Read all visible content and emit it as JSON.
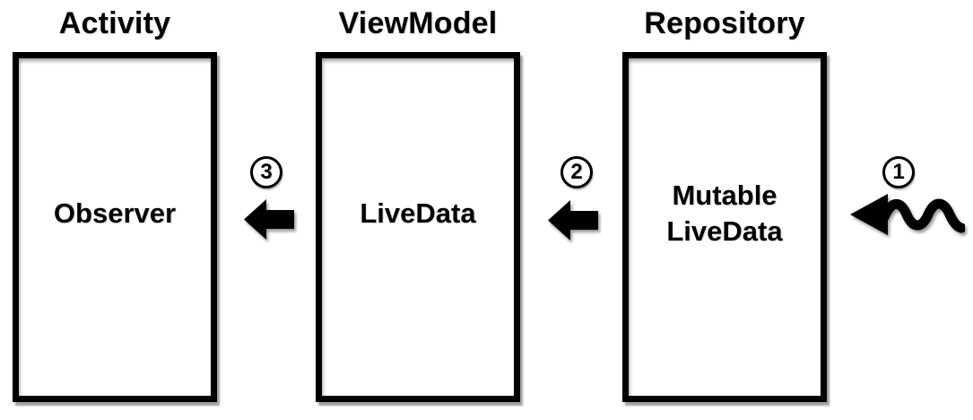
{
  "columns": [
    {
      "title": "Activity",
      "content": "Observer"
    },
    {
      "title": "ViewModel",
      "content": "LiveData"
    },
    {
      "title": "Repository",
      "content": "Mutable\nLiveData"
    }
  ],
  "steps": [
    {
      "number": "1",
      "arrow_style": "squiggly-left-arrow",
      "position": "right-of-repository"
    },
    {
      "number": "2",
      "arrow_style": "solid-left-arrow",
      "position": "between-viewmodel-and-repository"
    },
    {
      "number": "3",
      "arrow_style": "solid-left-arrow",
      "position": "between-activity-and-viewmodel"
    }
  ],
  "colors": {
    "foreground": "#000000",
    "background": "#ffffff",
    "shadow": "#9a9a9a"
  }
}
